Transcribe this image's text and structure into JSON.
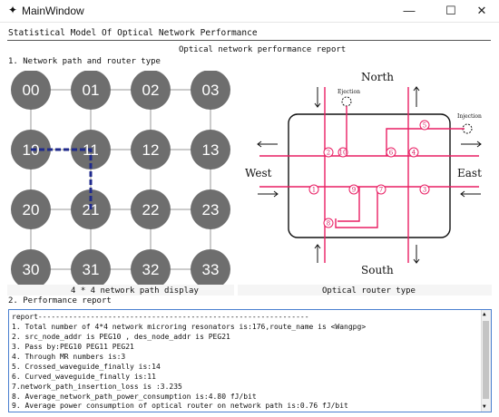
{
  "window": {
    "title": "MainWindow",
    "icon": "feather-icon",
    "minimize_glyph": "—",
    "maximize_glyph": "☐",
    "close_glyph": "✕"
  },
  "app_heading": "Statistical Model Of Optical Network Performance",
  "report_title": "Optical network performance report",
  "section1_label": "1. Network path and router type",
  "section2_label": "2. Performance report",
  "grid": {
    "nodes": [
      "00",
      "01",
      "02",
      "03",
      "10",
      "11",
      "12",
      "13",
      "20",
      "21",
      "22",
      "23",
      "30",
      "31",
      "32",
      "33"
    ],
    "path": [
      "10",
      "11",
      "21"
    ],
    "node_color": "#6e6e6e",
    "path_color": "#1f2a8c",
    "caption": "4 * 4 network path display"
  },
  "router": {
    "caption": "Optical router type",
    "north": "North",
    "south": "South",
    "east": "East",
    "west": "West",
    "ejection": "Ejection",
    "injection": "Injection",
    "resonators": [
      "1",
      "2",
      "3",
      "4",
      "5",
      "6",
      "7",
      "8",
      "9",
      "10"
    ],
    "waveguide_color": "#e91e63"
  },
  "report": {
    "header": "report--------------------------------------------------------------",
    "lines": [
      "1. Total number of 4*4 network microring resonators is:176,route_name is <Wangpg>",
      "2. src_node_addr is PEG10 , des_node_addr is PEG21",
      "3. Pass by:PEG10 PEG11 PEG21",
      "4. Through MR numbers is:3",
      "5. Crossed_waveguide_finally is:14",
      "6. Curved_waveguide_finally is:11",
      "7.network_path_insertion_loss is :3.235",
      "8. Average_network_path_power_consumption is:4.80 fJ/bit",
      "9. Average power consumption of optical router on network path is:0.76 fJ/bit"
    ],
    "border_color": "#4a7fd0"
  }
}
